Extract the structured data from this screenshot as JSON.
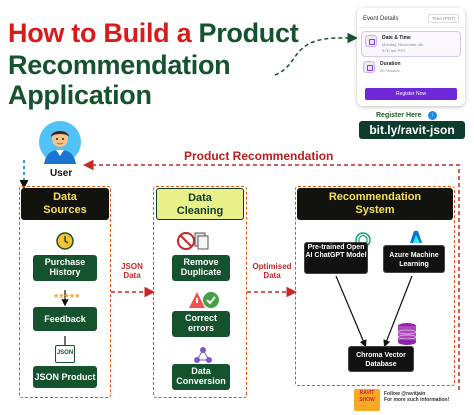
{
  "title": {
    "line1_red": "How to Build a",
    "line1_green": "Product",
    "line2": "Recommendation",
    "line3": "Application"
  },
  "event_card": {
    "header": "Event Details",
    "timezone": "Time (PDT)",
    "date_label": "Date & Time",
    "date_value": "Monday, November 4th",
    "time_value": "9:00 am PST",
    "duration_label": "Duration",
    "duration_value": "60 minutes",
    "register_button": "Register Now"
  },
  "register": {
    "label": "Register Here",
    "link": "bit.ly/ravit-json"
  },
  "feedback_loop_label": "Product Recommendation",
  "user_label": "User",
  "data_sources": {
    "title_line1": "Data",
    "title_line2": "Sources",
    "items": [
      "Purchase History",
      "Feedback",
      "JSON Product"
    ],
    "json_icon_text": "JSON"
  },
  "edge_json": "JSON Data",
  "data_cleaning": {
    "title_line1": "Data",
    "title_line2": "Cleaning",
    "items": [
      "Remove Duplicate",
      "Correct errors",
      "Data Conversion"
    ]
  },
  "edge_optimised": "Optimised Data",
  "recommendation": {
    "title_line1": "Recommendation",
    "title_line2": "System",
    "model": "Pre-trained Open AI ChatGPT Model",
    "azure": "Azure Machine Learning",
    "chroma": "Chroma Vector Database"
  },
  "footer": {
    "logo_text": "RAVIT SHOW",
    "follow_line1": "Follow @ravitjain",
    "follow_line2": "For more such information!"
  },
  "colors": {
    "title_red": "#d81b1b",
    "title_green": "#14532d",
    "node_green": "#14532d",
    "arrow_red": "#c62828",
    "panel_dashed": "#e65100",
    "header_yellow": "#f6e05e"
  }
}
